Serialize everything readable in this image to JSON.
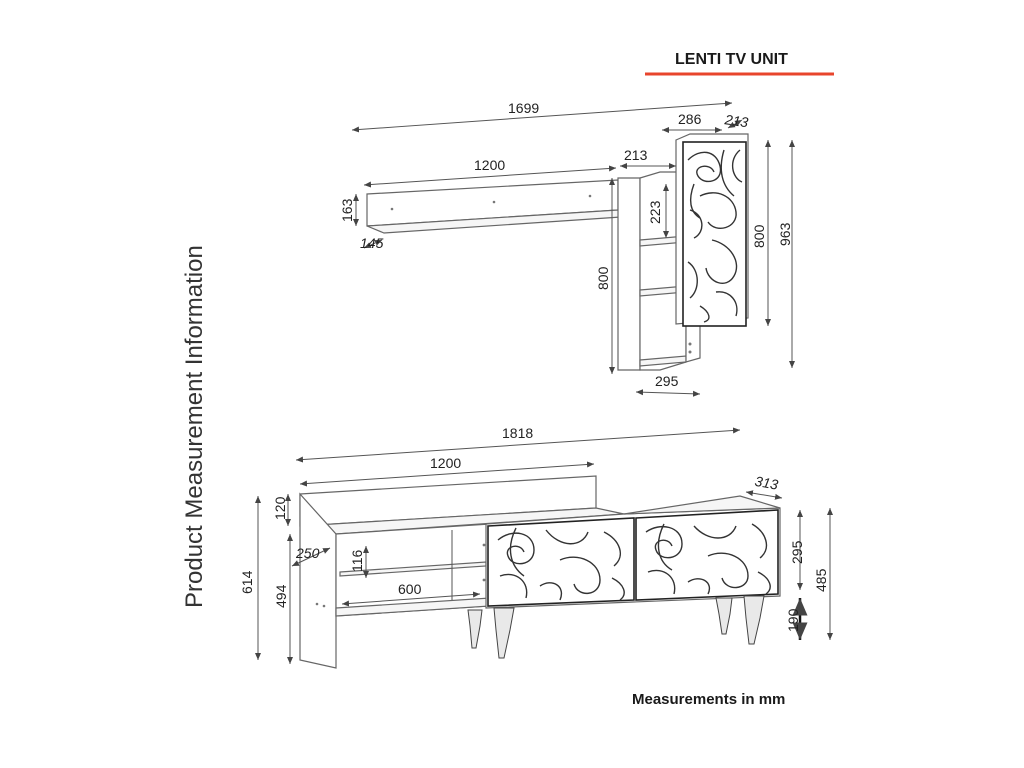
{
  "header": {
    "title": "LENTI TV UNIT",
    "accent_color": "#e8452c"
  },
  "side_title": "Product Measurement Information",
  "footer": {
    "units": "Measurements in mm"
  },
  "dimensions": {
    "upper_total_width": "1699",
    "cabinet_width": "286",
    "cabinet_depth": "213",
    "shelf_width": "1200",
    "shelf_unit_depth": "213",
    "shelf_height": "163",
    "shelf_depth": "145",
    "shelf_spacing": "223",
    "shelf_unit_height": "800",
    "cabinet_height": "800",
    "wall_total_height": "963",
    "shelf_unit_width": "295",
    "base_total_width": "1818",
    "base_top_width": "1200",
    "base_depth": "313",
    "backboard_height": "120",
    "base_side_depth": "250",
    "niche_height": "116",
    "niche_width": "600",
    "base_height_left": "614",
    "base_height_inner": "494",
    "door_height": "295",
    "cabinet_body_height": "485",
    "leg_height": "190"
  }
}
